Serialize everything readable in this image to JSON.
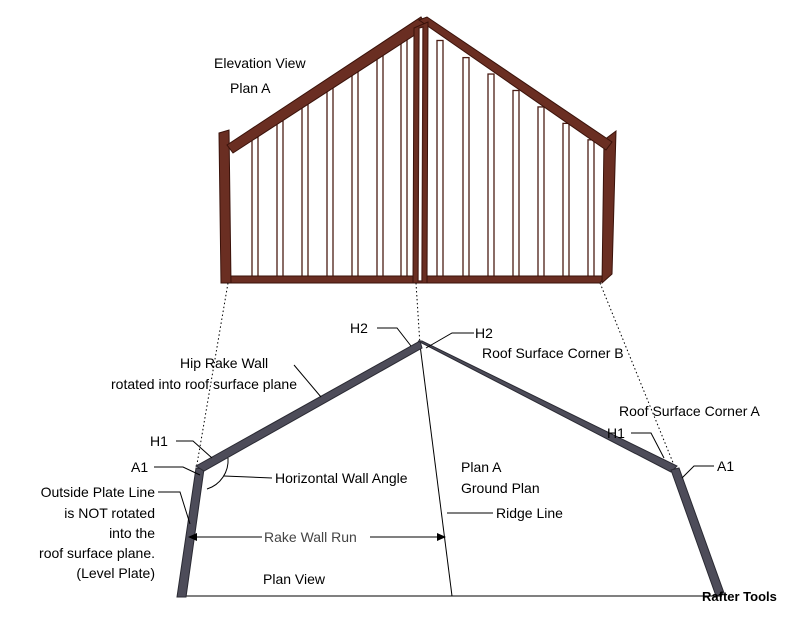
{
  "labels": {
    "elevation_view": "Elevation View",
    "plan_a_top": "Plan A",
    "h2_left": "H2",
    "h2_right": "H2",
    "roof_corner_b": "Roof Surface Corner B",
    "hip_rake_wall": "Hip Rake Wall",
    "rotated_into": "rotated into roof surface plane",
    "roof_corner_a": "Roof Surface Corner A",
    "h1_left": "H1",
    "h1_right": "H1",
    "a1_left": "A1",
    "a1_right": "A1",
    "horizontal_wall_angle": "Horizontal Wall Angle",
    "plan_a": "Plan A",
    "ground_plan": "Ground Plan",
    "outside_plate_line": "Outside Plate Line",
    "is_not_rotated": "is NOT rotated",
    "into_the": "into the",
    "roof_surface_plane": "roof surface plane.",
    "level_plate": "(Level Plate)",
    "ridge_line": "Ridge Line",
    "rake_wall_run": "Rake Wall Run",
    "plan_view": "Plan View",
    "rafter_tools": "Rafter Tools"
  },
  "colors": {
    "framing": "#6a2e22",
    "plate": "#4d4c59",
    "background": "#ffffff"
  }
}
